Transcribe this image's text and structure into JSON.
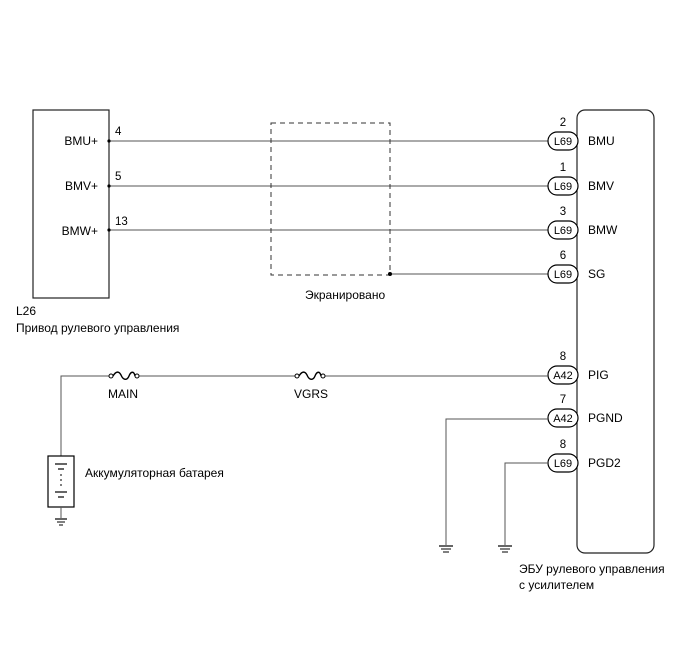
{
  "actuator": {
    "code": "L26",
    "name": "Привод рулевого управления",
    "terminals": [
      {
        "label": "BMU+",
        "pin": "4"
      },
      {
        "label": "BMV+",
        "pin": "5"
      },
      {
        "label": "BMW+",
        "pin": "13"
      }
    ]
  },
  "shield_label": "Экранировано",
  "ecu": {
    "name_line1": "ЭБУ рулевого управления",
    "name_line2": "с усилителем",
    "terminals": [
      {
        "pin": "2",
        "connector": "L69",
        "label": "BMU"
      },
      {
        "pin": "1",
        "connector": "L69",
        "label": "BMV"
      },
      {
        "pin": "3",
        "connector": "L69",
        "label": "BMW"
      },
      {
        "pin": "6",
        "connector": "L69",
        "label": "SG"
      },
      {
        "pin": "8",
        "connector": "A42",
        "label": "PIG"
      },
      {
        "pin": "7",
        "connector": "A42",
        "label": "PGND"
      },
      {
        "pin": "8",
        "connector": "L69",
        "label": "PGD2"
      }
    ]
  },
  "fuses": {
    "main": "MAIN",
    "vgrs": "VGRS"
  },
  "battery_label": "Аккумуляторная батарея",
  "colors": {
    "line": "#000000",
    "wire": "#555555",
    "background": "#ffffff"
  }
}
